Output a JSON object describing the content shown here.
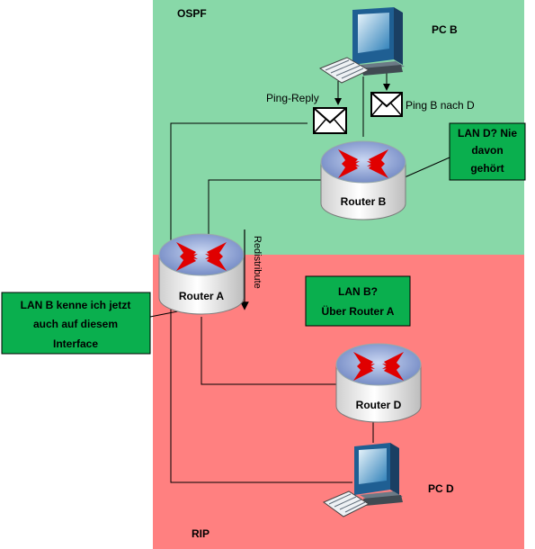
{
  "zones": {
    "ospf": {
      "label": "OSPF",
      "color": "#88d8a8"
    },
    "rip": {
      "label": "RIP",
      "color": "#ff8080"
    }
  },
  "devices": {
    "pc_b": {
      "label": "PC B",
      "icon": "desktop-computer-icon"
    },
    "pc_d": {
      "label": "PC D",
      "icon": "desktop-computer-icon"
    },
    "router_a": {
      "label": "Router A",
      "icon": "router-icon"
    },
    "router_b": {
      "label": "Router B",
      "icon": "router-icon"
    },
    "router_d": {
      "label": "Router D",
      "icon": "router-icon"
    }
  },
  "messages": {
    "ping_reply": {
      "label": "Ping-Reply",
      "icon": "envelope-icon"
    },
    "ping_b_to_d": {
      "label": "Ping B nach D",
      "icon": "envelope-icon"
    }
  },
  "redistribute": {
    "label": "Redistribute"
  },
  "notes": {
    "router_b": [
      "LAN D? Nie",
      "davon",
      "gehört"
    ],
    "router_d": [
      "LAN B?",
      "Über Router A"
    ],
    "router_a": [
      "LAN B kenne ich jetzt",
      "auch auf diesem",
      "Interface"
    ]
  },
  "colors": {
    "note_fill": "#0aaf4e",
    "arrow_red": "#e00000",
    "router_top": "#8fa6d8"
  }
}
